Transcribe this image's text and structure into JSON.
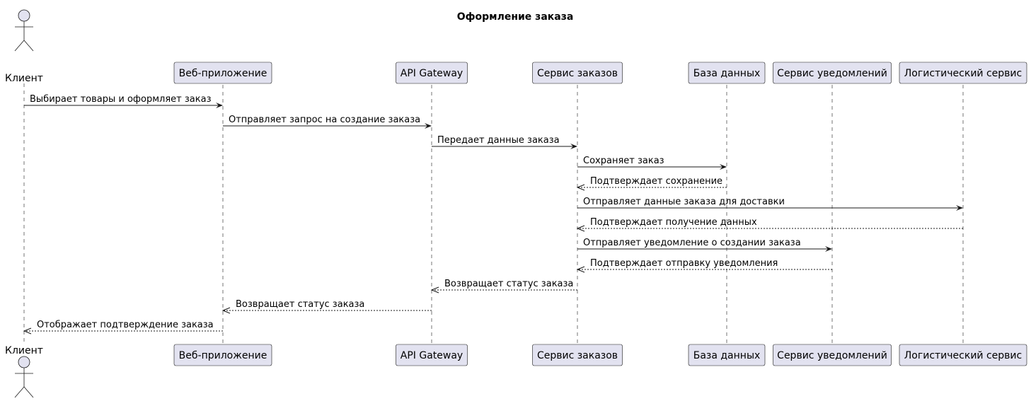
{
  "title": "Оформление заказа",
  "participants": [
    {
      "id": "client",
      "label": "Клиент",
      "kind": "actor"
    },
    {
      "id": "webapp",
      "label": "Веб-приложение",
      "kind": "participant"
    },
    {
      "id": "gateway",
      "label": "API Gateway",
      "kind": "participant"
    },
    {
      "id": "orders",
      "label": "Сервис заказов",
      "kind": "participant"
    },
    {
      "id": "db",
      "label": "База данных",
      "kind": "participant"
    },
    {
      "id": "notify",
      "label": "Сервис уведомлений",
      "kind": "participant"
    },
    {
      "id": "logistics",
      "label": "Логистический сервис",
      "kind": "participant"
    }
  ],
  "messages": [
    {
      "from": "client",
      "to": "webapp",
      "label": "Выбирает товары и оформляет заказ",
      "style": "sync"
    },
    {
      "from": "webapp",
      "to": "gateway",
      "label": "Отправляет запрос на создание заказа",
      "style": "sync"
    },
    {
      "from": "gateway",
      "to": "orders",
      "label": "Передает данные заказа",
      "style": "sync"
    },
    {
      "from": "orders",
      "to": "db",
      "label": "Сохраняет заказ",
      "style": "sync"
    },
    {
      "from": "db",
      "to": "orders",
      "label": "Подтверждает сохранение",
      "style": "return"
    },
    {
      "from": "orders",
      "to": "logistics",
      "label": "Отправляет данные заказа для доставки",
      "style": "sync"
    },
    {
      "from": "logistics",
      "to": "orders",
      "label": "Подтверждает получение данных",
      "style": "return"
    },
    {
      "from": "orders",
      "to": "notify",
      "label": "Отправляет уведомление о создании заказа",
      "style": "sync"
    },
    {
      "from": "notify",
      "to": "orders",
      "label": "Подтверждает отправку уведомления",
      "style": "return"
    },
    {
      "from": "orders",
      "to": "gateway",
      "label": "Возвращает статус заказа",
      "style": "return"
    },
    {
      "from": "gateway",
      "to": "webapp",
      "label": "Возвращает статус заказа",
      "style": "return"
    },
    {
      "from": "webapp",
      "to": "client",
      "label": "Отображает подтверждение заказа",
      "style": "return"
    }
  ]
}
